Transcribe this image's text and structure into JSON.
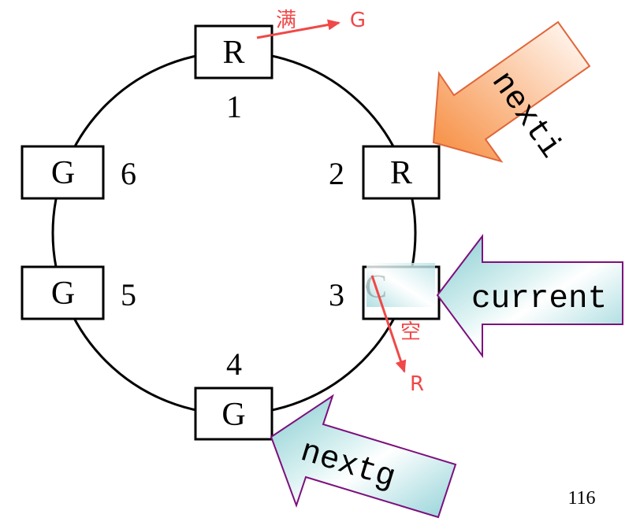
{
  "nodes": [
    {
      "label": "R",
      "number": "1"
    },
    {
      "label": "R",
      "number": "2"
    },
    {
      "label": "C",
      "number": "3"
    },
    {
      "label": "G",
      "number": "4"
    },
    {
      "label": "G",
      "number": "5"
    },
    {
      "label": "G",
      "number": "6"
    }
  ],
  "annotations": {
    "full": {
      "label": "满",
      "target": "G"
    },
    "empty": {
      "label": "空",
      "target": "R"
    }
  },
  "pointers": {
    "nexti": "nexti",
    "current": "current",
    "nextg": "nextg"
  },
  "page_number": "116",
  "colors": {
    "annotation_red": "#f04848",
    "pointer_outline_purple": "#7d0f7d",
    "nexti_outline_orange": "#e0663a",
    "node_border": "#000000"
  }
}
